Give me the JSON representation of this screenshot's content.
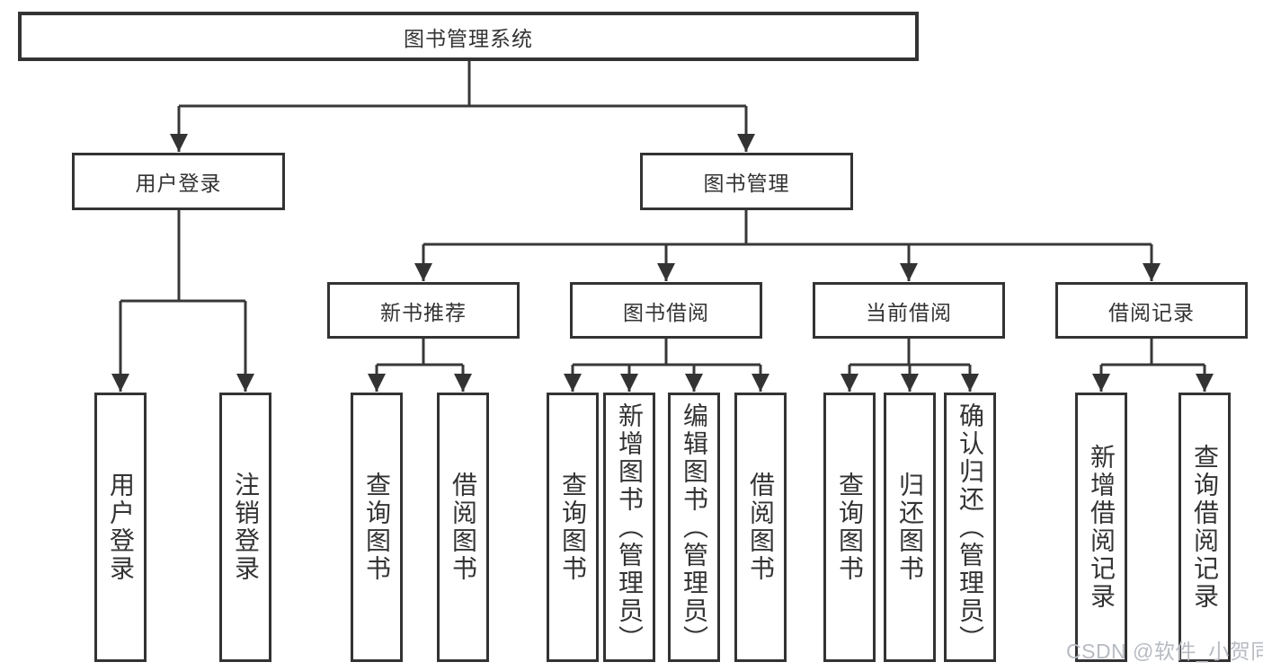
{
  "tree": {
    "root": {
      "label": "图书管理系统"
    },
    "children": [
      {
        "label": "用户登录",
        "children": [
          {
            "label": "用户登录"
          },
          {
            "label": "注销登录"
          }
        ]
      },
      {
        "label": "图书管理",
        "children": [
          {
            "label": "新书推荐",
            "children": [
              {
                "label": "查询图书"
              },
              {
                "label": "借阅图书"
              }
            ]
          },
          {
            "label": "图书借阅",
            "children": [
              {
                "label": "查询图书"
              },
              {
                "label": "新增图书（管理员）"
              },
              {
                "label": "编辑图书（管理员）"
              },
              {
                "label": "借阅图书"
              }
            ]
          },
          {
            "label": "当前借阅",
            "children": [
              {
                "label": "查询图书"
              },
              {
                "label": "归还图书"
              },
              {
                "label": "确认归还（管理员）"
              }
            ]
          },
          {
            "label": "借阅记录",
            "children": [
              {
                "label": "新增借阅记录"
              },
              {
                "label": "查询借阅记录"
              }
            ]
          }
        ]
      }
    ]
  },
  "watermark": "CSDN @软件_小贺同学",
  "colors": {
    "line": "#383838",
    "border": "#333333",
    "text": "#333333",
    "watermark_text": "#b7bbc2",
    "background": "#ffffff"
  }
}
